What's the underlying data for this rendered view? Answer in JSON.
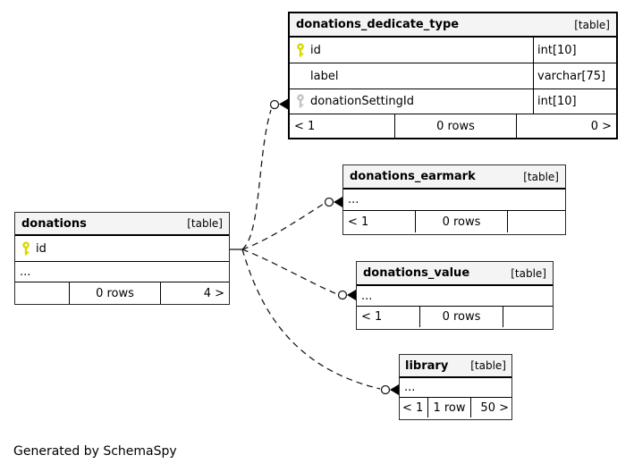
{
  "footer_note": "Generated by SchemaSpy",
  "colors": {
    "header_bg": "#f4f4f4",
    "primary_key": "#d8d800",
    "foreign_key": "#c4c4c4",
    "border": "#000000"
  },
  "tables": {
    "dedicate": {
      "name": "donations_dedicate_type",
      "tag": "[table]",
      "rows": [
        {
          "icon": "primary-key",
          "name": "id",
          "type": "int[10]"
        },
        {
          "icon": "none",
          "name": "label",
          "type": "varchar[75]"
        },
        {
          "icon": "foreign-key",
          "name": "donationSettingId",
          "type": "int[10]"
        }
      ],
      "pager": {
        "prev": "< 1",
        "rows": "0 rows",
        "next": "0 >"
      }
    },
    "donations": {
      "name": "donations",
      "tag": "[table]",
      "rows": [
        {
          "icon": "primary-key",
          "name": "id"
        }
      ],
      "ellipsis": "...",
      "pager": {
        "prev": "",
        "rows": "0 rows",
        "next": "4 >"
      }
    },
    "earmark": {
      "name": "donations_earmark",
      "tag": "[table]",
      "ellipsis": "...",
      "pager": {
        "prev": "< 1",
        "rows": "0 rows",
        "next": ""
      }
    },
    "value": {
      "name": "donations_value",
      "tag": "[table]",
      "ellipsis": "...",
      "pager": {
        "prev": "< 1",
        "rows": "0 rows",
        "next": ""
      }
    },
    "library": {
      "name": "library",
      "tag": "[table]",
      "ellipsis": "...",
      "pager": {
        "prev": "< 1",
        "rows": "1 row",
        "next": "50 >"
      }
    }
  }
}
